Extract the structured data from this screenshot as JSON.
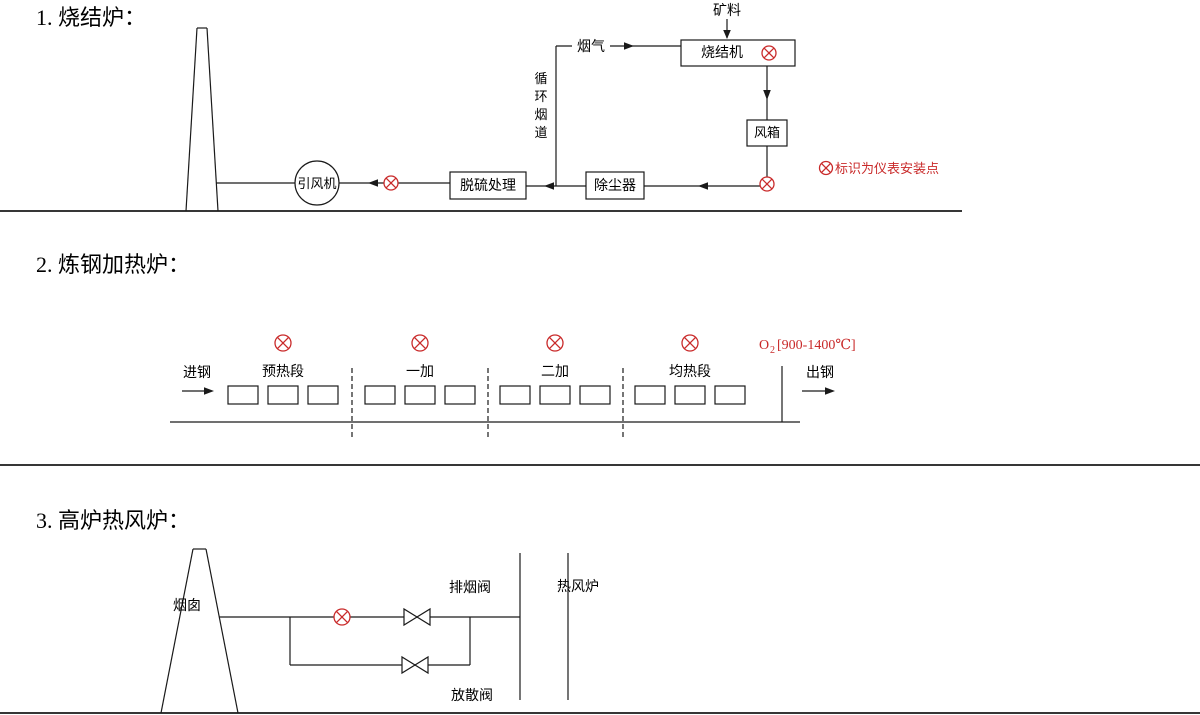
{
  "colors": {
    "line": "#1a1a1a",
    "red": "#c92a2a"
  },
  "section1": {
    "title": "1. 烧结炉：",
    "fan": "引风机",
    "desulfurization": "脱硫处理",
    "dust_collector": "除尘器",
    "sintering_machine": "烧结机",
    "wind_box": "风箱",
    "ore": "矿料",
    "flue_gas": "烟气",
    "circulating_duct": [
      "循",
      "环",
      "烟",
      "道"
    ],
    "legend": "标识为仪表安装点"
  },
  "section2": {
    "title": "2. 炼钢加热炉：",
    "steel_in": "进钢",
    "preheat": "预热段",
    "heat1": "一加",
    "heat2": "二加",
    "soak": "均热段",
    "steel_out": "出钢",
    "o2": "O",
    "o2_sub": "2",
    "temp_range": "[900-1400℃]"
  },
  "section3": {
    "title": "3. 高炉热风炉：",
    "chimney": "烟囱",
    "smoke_exhaust_valve": "排烟阀",
    "release_valve": "放散阀",
    "hot_blast_stove": "热风炉"
  }
}
